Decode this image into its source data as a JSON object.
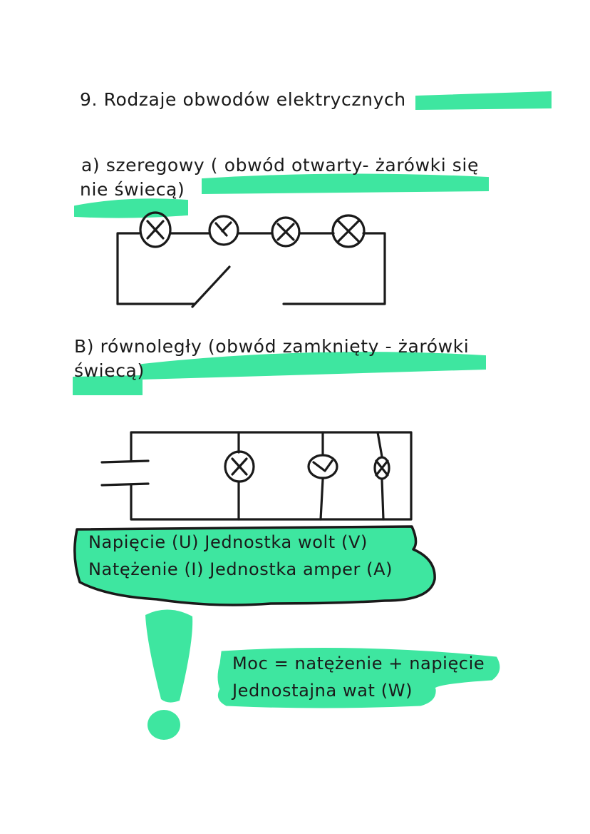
{
  "note": {
    "title": "9. Rodzaje obwodów elektrycznych",
    "series": {
      "line1": "a) szeregowy ( obwód otwarty- żarówki się",
      "line2": "nie świecą)"
    },
    "parallel": {
      "line1": "B) równoległy (obwód zamknięty - żarówki",
      "line2": "świecą)"
    },
    "units_box": {
      "line1": "Napięcie (U) Jednostka wolt (V)",
      "line2": "Natężenie (I) Jednostka amper (A)"
    },
    "power": {
      "line1": "Moc = natężenie + napięcie",
      "line2": "Jednostajna wat (W)"
    }
  },
  "colors": {
    "highlight": "#3ee6a0",
    "ink": "#1a1a1a",
    "paper": "#ffffff"
  }
}
